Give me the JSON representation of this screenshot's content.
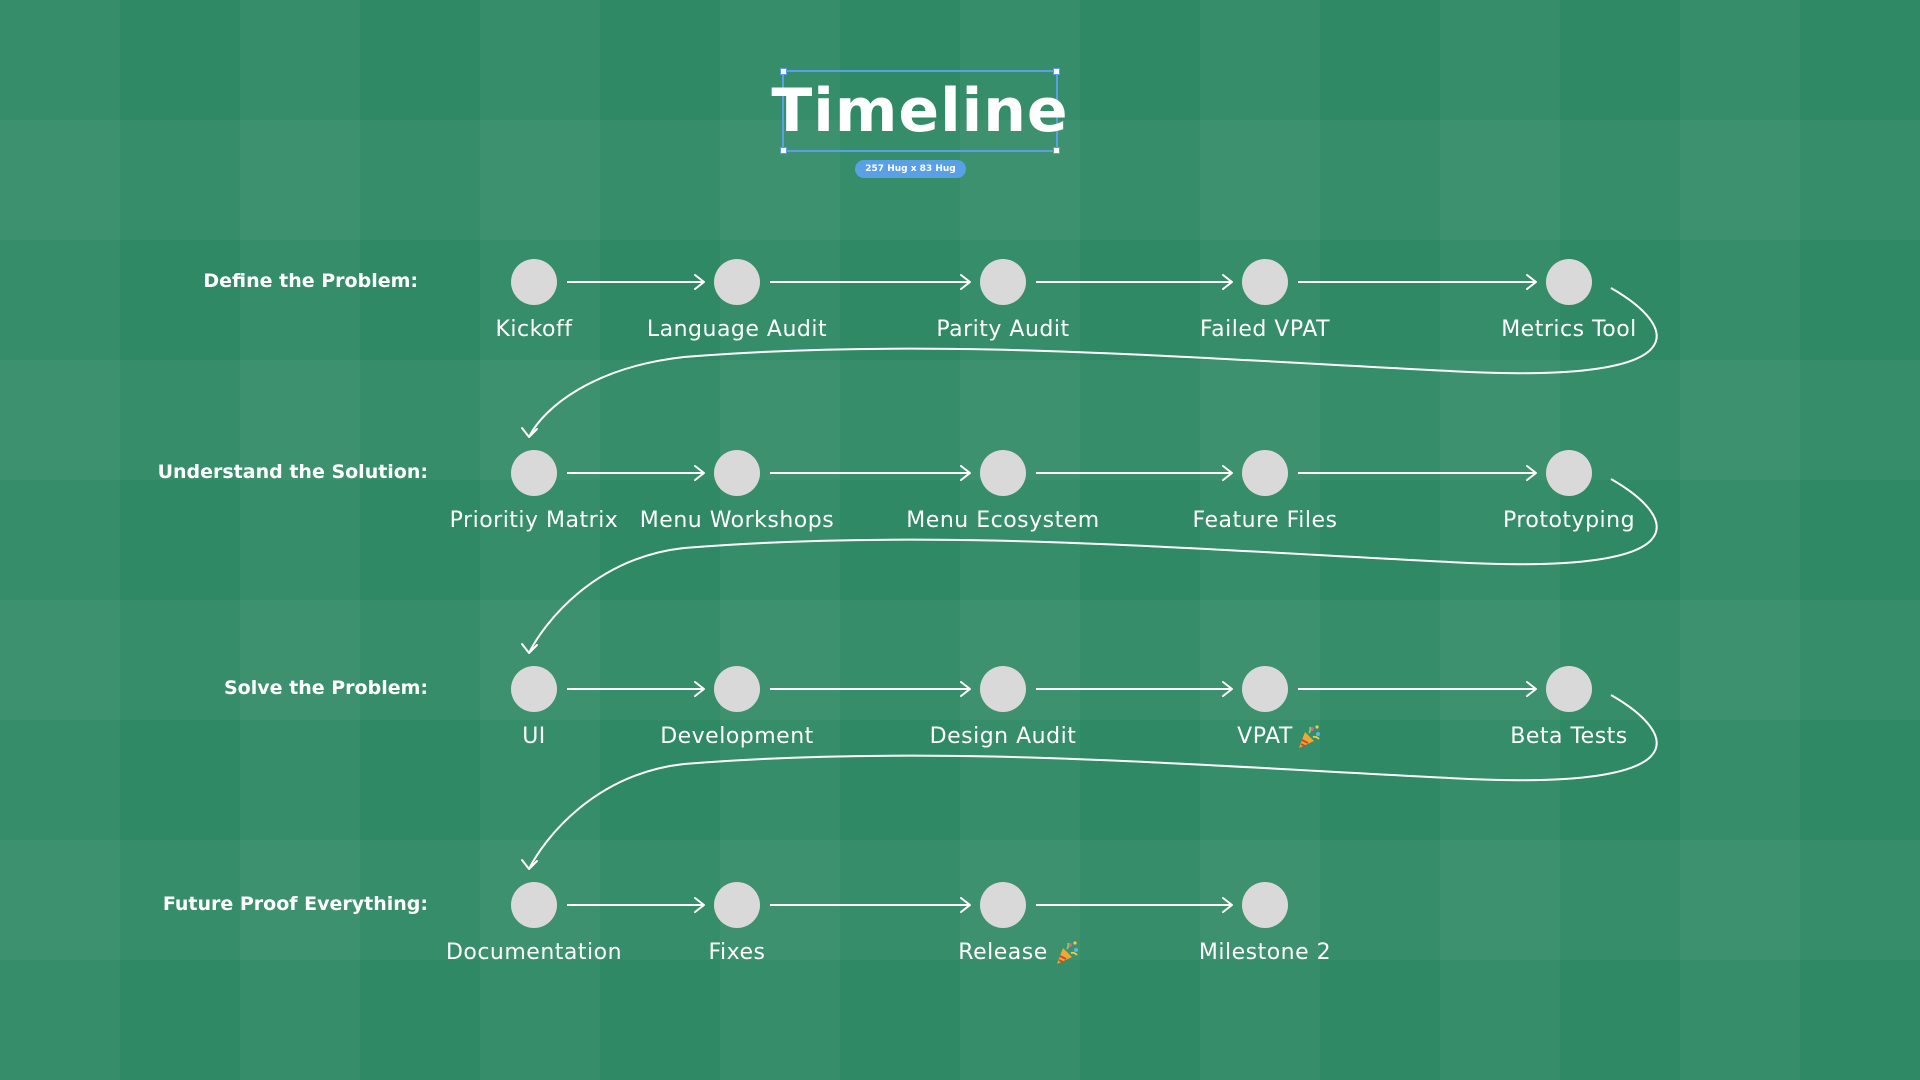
{
  "canvas": {
    "background": "#2f8965",
    "selection_color": "#5aa0e6"
  },
  "title": {
    "text": "Timeline",
    "size_badge": "257 Hug x 83 Hug"
  },
  "rows": [
    {
      "label": "Define the Problem:",
      "steps": [
        {
          "label": "Kickoff",
          "icon": null
        },
        {
          "label": "Language Audit",
          "icon": null
        },
        {
          "label": "Parity Audit",
          "icon": null
        },
        {
          "label": "Failed VPAT",
          "icon": null
        },
        {
          "label": "Metrics Tool",
          "icon": null
        }
      ]
    },
    {
      "label": "Understand the Solution:",
      "steps": [
        {
          "label": "Prioritiy Matrix",
          "icon": null
        },
        {
          "label": "Menu Workshops",
          "icon": null
        },
        {
          "label": "Menu Ecosystem",
          "icon": null
        },
        {
          "label": "Feature Files",
          "icon": null
        },
        {
          "label": "Prototyping",
          "icon": null
        }
      ]
    },
    {
      "label": "Solve the Problem:",
      "steps": [
        {
          "label": "UI",
          "icon": null
        },
        {
          "label": "Development",
          "icon": null
        },
        {
          "label": "Design Audit",
          "icon": null
        },
        {
          "label": "VPAT",
          "icon": "party-popper-icon"
        },
        {
          "label": "Beta Tests",
          "icon": null
        }
      ]
    },
    {
      "label": "Future Proof Everything:",
      "steps": [
        {
          "label": "Documentation",
          "icon": null
        },
        {
          "label": "Fixes",
          "icon": null
        },
        {
          "label": "Release",
          "icon": "party-popper-icon"
        },
        {
          "label": "Milestone 2",
          "icon": null
        }
      ]
    }
  ]
}
